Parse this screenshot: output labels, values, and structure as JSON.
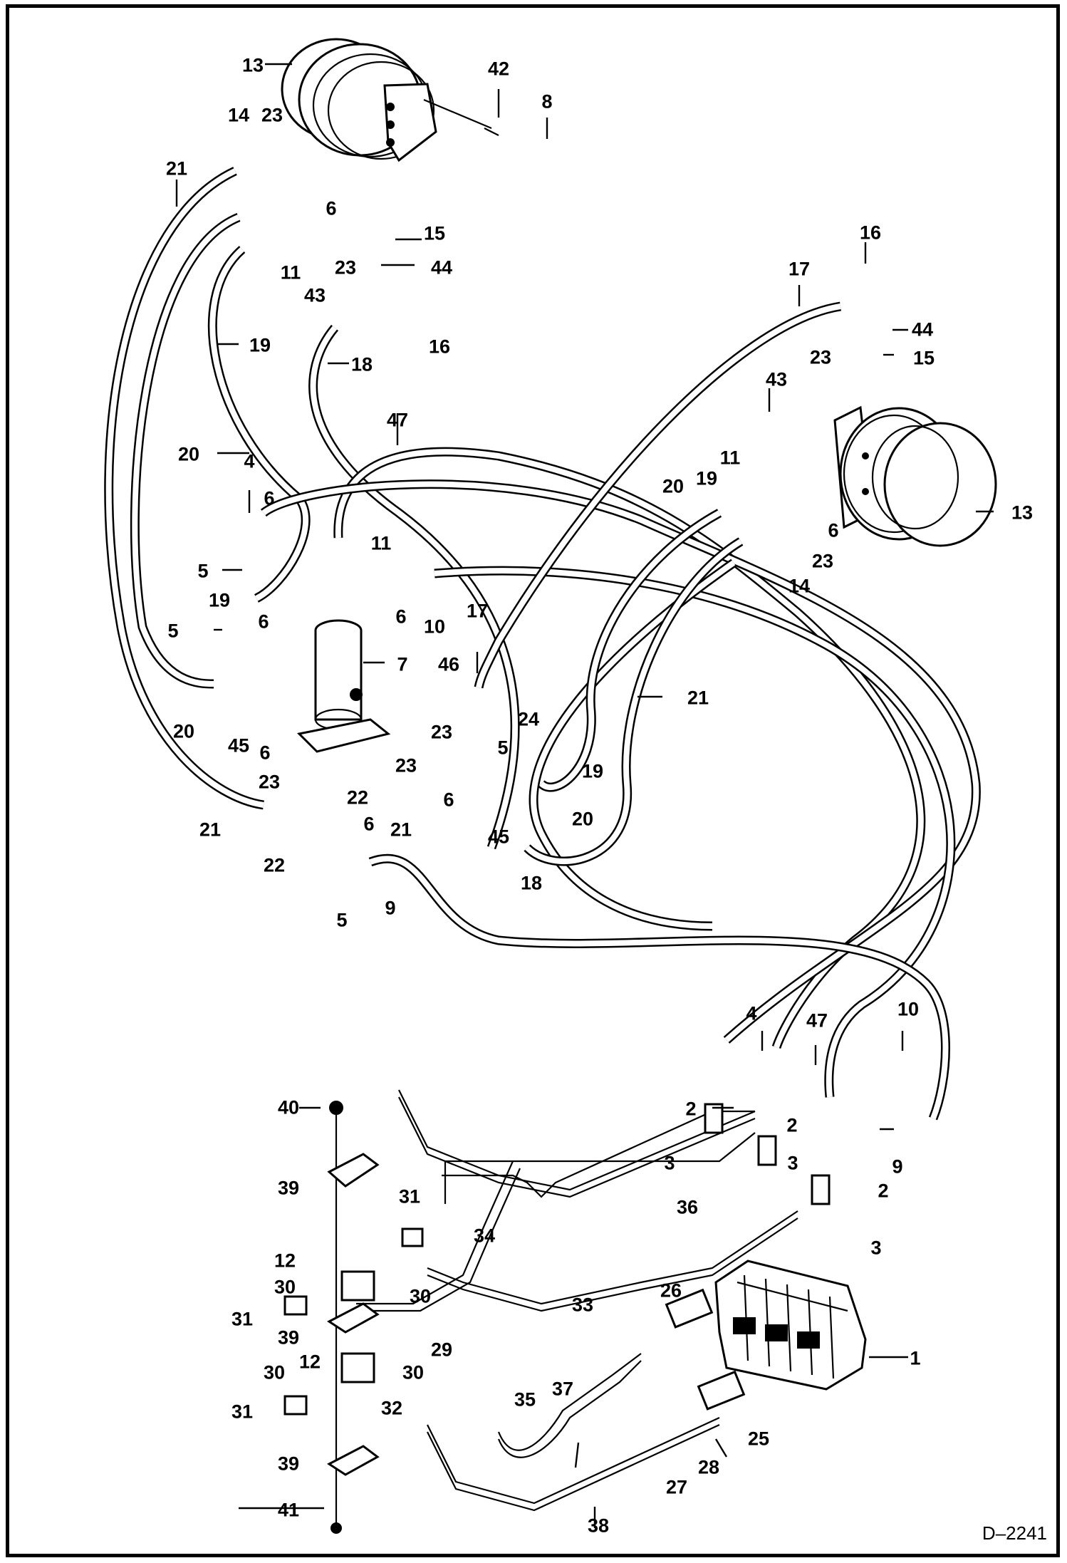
{
  "drawing_id": "D–2241",
  "callouts": [
    {
      "id": "c13a",
      "text": "13"
    },
    {
      "id": "c42",
      "text": "42"
    },
    {
      "id": "c8",
      "text": "8"
    },
    {
      "id": "c14a",
      "text": "14"
    },
    {
      "id": "c23a",
      "text": "23"
    },
    {
      "id": "c21a",
      "text": "21"
    },
    {
      "id": "c6a",
      "text": "6"
    },
    {
      "id": "c15a",
      "text": "15"
    },
    {
      "id": "c11a",
      "text": "11"
    },
    {
      "id": "c23b",
      "text": "23"
    },
    {
      "id": "c44a",
      "text": "44"
    },
    {
      "id": "c43a",
      "text": "43"
    },
    {
      "id": "c16a",
      "text": "16"
    },
    {
      "id": "c17a",
      "text": "17"
    },
    {
      "id": "c44b",
      "text": "44"
    },
    {
      "id": "c15b",
      "text": "15"
    },
    {
      "id": "c19a",
      "text": "19"
    },
    {
      "id": "c16b",
      "text": "16"
    },
    {
      "id": "c18a",
      "text": "18"
    },
    {
      "id": "c23c",
      "text": "23"
    },
    {
      "id": "c43b",
      "text": "43"
    },
    {
      "id": "c47a",
      "text": "47"
    },
    {
      "id": "c20a",
      "text": "20"
    },
    {
      "id": "c4a",
      "text": "4"
    },
    {
      "id": "c11b",
      "text": "11"
    },
    {
      "id": "c20b",
      "text": "20"
    },
    {
      "id": "c19b",
      "text": "19"
    },
    {
      "id": "c13b",
      "text": "13"
    },
    {
      "id": "c6b",
      "text": "6"
    },
    {
      "id": "c5a",
      "text": "5"
    },
    {
      "id": "c11c",
      "text": "11"
    },
    {
      "id": "c23d",
      "text": "23"
    },
    {
      "id": "c6c",
      "text": "6"
    },
    {
      "id": "c14b",
      "text": "14"
    },
    {
      "id": "c19c",
      "text": "19"
    },
    {
      "id": "c6d",
      "text": "6"
    },
    {
      "id": "c10a",
      "text": "10"
    },
    {
      "id": "c5b",
      "text": "5"
    },
    {
      "id": "c6e",
      "text": "6"
    },
    {
      "id": "c17b",
      "text": "17"
    },
    {
      "id": "c7",
      "text": "7"
    },
    {
      "id": "c46",
      "text": "46"
    },
    {
      "id": "c21b",
      "text": "21"
    },
    {
      "id": "c20c",
      "text": "20"
    },
    {
      "id": "c45a",
      "text": "45"
    },
    {
      "id": "c6f",
      "text": "6"
    },
    {
      "id": "c23e",
      "text": "23"
    },
    {
      "id": "c24",
      "text": "24"
    },
    {
      "id": "c5c",
      "text": "5"
    },
    {
      "id": "c23f",
      "text": "23"
    },
    {
      "id": "c19d",
      "text": "19"
    },
    {
      "id": "c23g",
      "text": "23"
    },
    {
      "id": "c22a",
      "text": "22"
    },
    {
      "id": "c6g",
      "text": "6"
    },
    {
      "id": "c21c",
      "text": "21"
    },
    {
      "id": "c6h",
      "text": "6"
    },
    {
      "id": "c45b",
      "text": "45"
    },
    {
      "id": "c20d",
      "text": "20"
    },
    {
      "id": "c21d",
      "text": "21"
    },
    {
      "id": "c22b",
      "text": "22"
    },
    {
      "id": "c18b",
      "text": "18"
    },
    {
      "id": "c5d",
      "text": "5"
    },
    {
      "id": "c9a",
      "text": "9"
    },
    {
      "id": "c4b",
      "text": "4"
    },
    {
      "id": "c47b",
      "text": "47"
    },
    {
      "id": "c10b",
      "text": "10"
    },
    {
      "id": "c40",
      "text": "40"
    },
    {
      "id": "c2a",
      "text": "2"
    },
    {
      "id": "c2b",
      "text": "2"
    },
    {
      "id": "c3a",
      "text": "3"
    },
    {
      "id": "c3b",
      "text": "3"
    },
    {
      "id": "c9b",
      "text": "9"
    },
    {
      "id": "c39a",
      "text": "39"
    },
    {
      "id": "c31a",
      "text": "31"
    },
    {
      "id": "c2c",
      "text": "2"
    },
    {
      "id": "c36",
      "text": "36"
    },
    {
      "id": "c34",
      "text": "34"
    },
    {
      "id": "c3c",
      "text": "3"
    },
    {
      "id": "c12a",
      "text": "12"
    },
    {
      "id": "c30a",
      "text": "30"
    },
    {
      "id": "c30b",
      "text": "30"
    },
    {
      "id": "c33",
      "text": "33"
    },
    {
      "id": "c26",
      "text": "26"
    },
    {
      "id": "c31b",
      "text": "31"
    },
    {
      "id": "c39b",
      "text": "39"
    },
    {
      "id": "c29",
      "text": "29"
    },
    {
      "id": "c12b",
      "text": "12"
    },
    {
      "id": "c30c",
      "text": "30"
    },
    {
      "id": "c30d",
      "text": "30"
    },
    {
      "id": "c37",
      "text": "37"
    },
    {
      "id": "c1",
      "text": "1"
    },
    {
      "id": "c31c",
      "text": "31"
    },
    {
      "id": "c32",
      "text": "32"
    },
    {
      "id": "c35",
      "text": "35"
    },
    {
      "id": "c25",
      "text": "25"
    },
    {
      "id": "c28",
      "text": "28"
    },
    {
      "id": "c39c",
      "text": "39"
    },
    {
      "id": "c27",
      "text": "27"
    },
    {
      "id": "c41",
      "text": "41"
    },
    {
      "id": "c38",
      "text": "38"
    }
  ]
}
